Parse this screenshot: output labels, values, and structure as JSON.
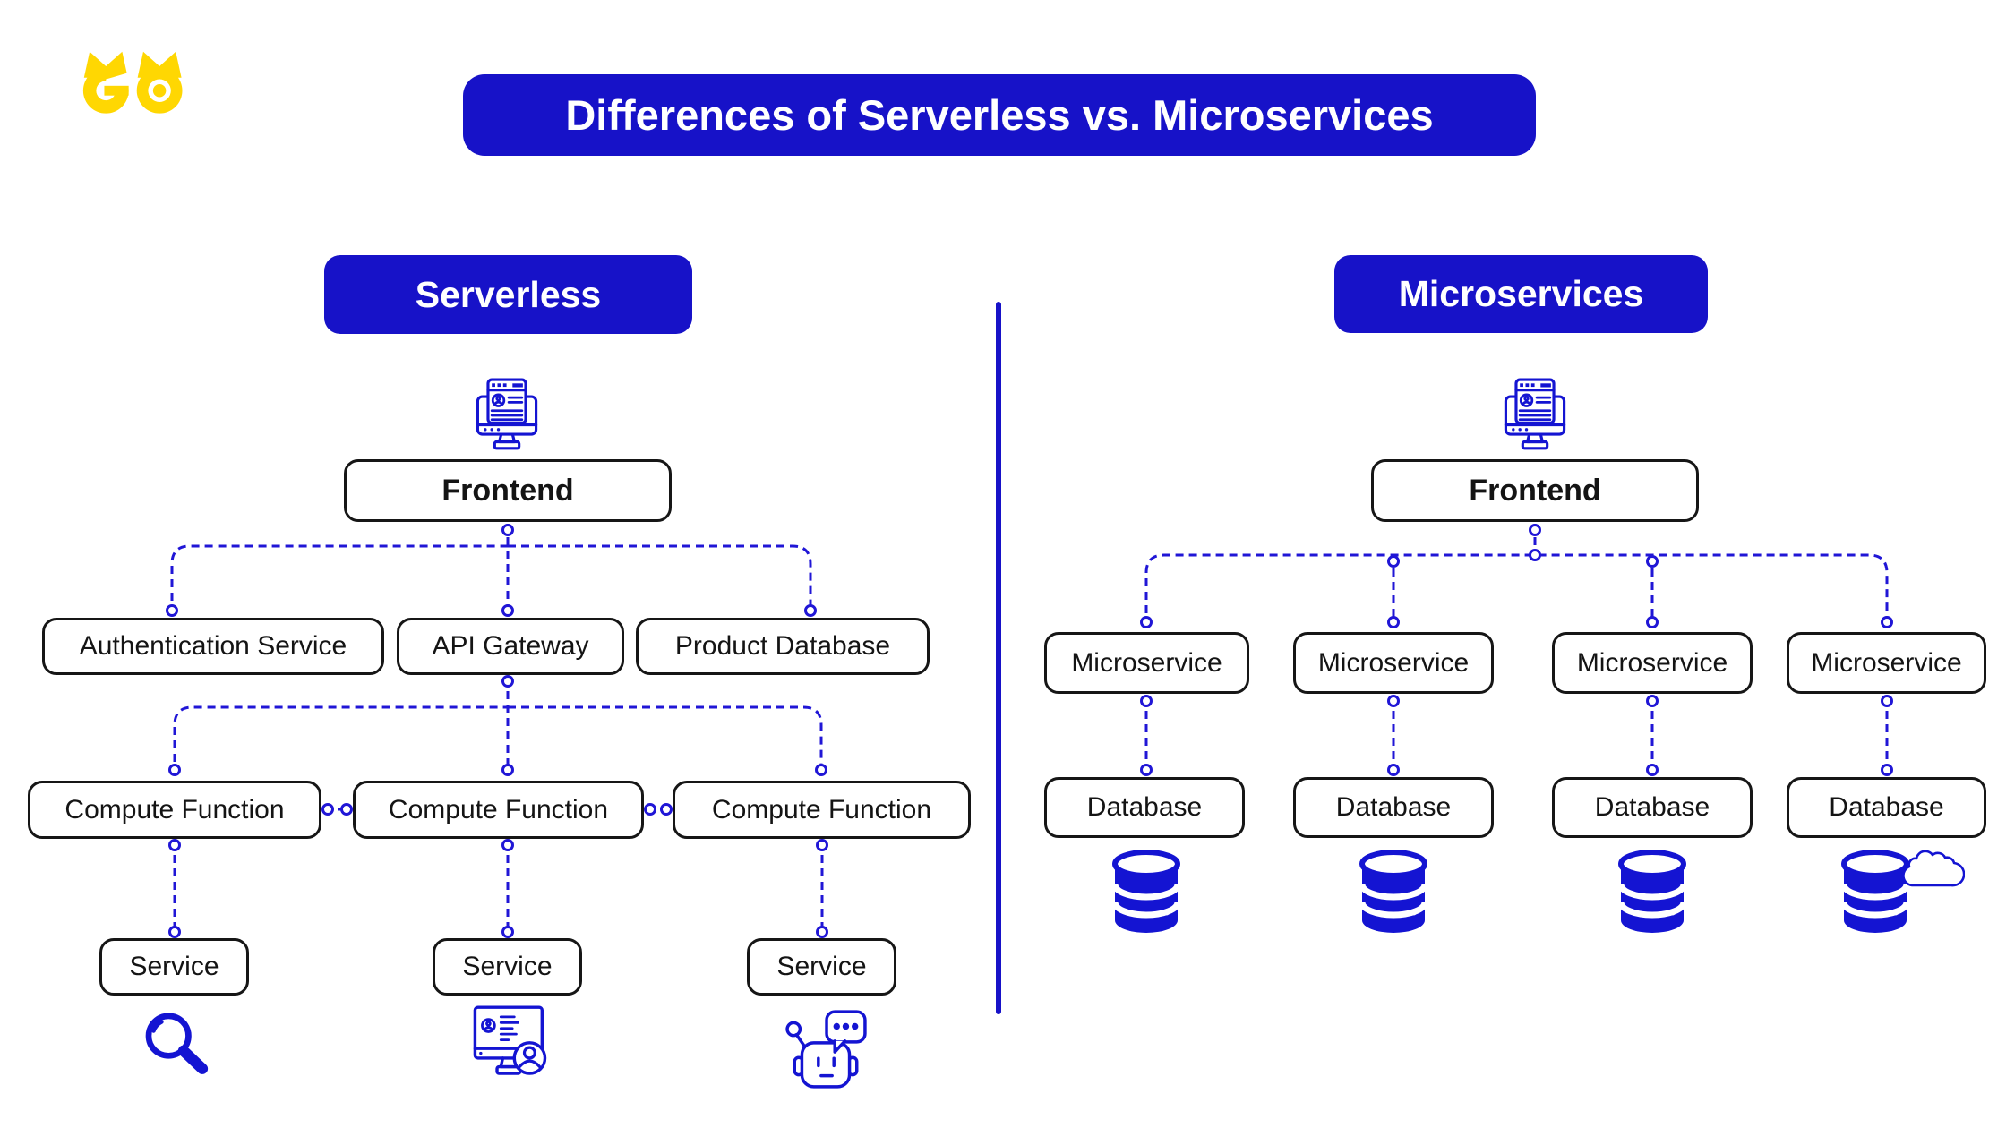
{
  "logo": {
    "text": "GO",
    "icon": "go-owl-logo"
  },
  "title": "Differences of Serverless vs. Microservices",
  "left": {
    "header": "Serverless",
    "frontend": "Frontend",
    "frontend_icon": "browser-monitor-icon",
    "row2": [
      "Authentication Service",
      "API Gateway",
      "Product Database"
    ],
    "row3": [
      "Compute Function",
      "Compute Function",
      "Compute Function"
    ],
    "row4": [
      "Service",
      "Service",
      "Service"
    ],
    "bottom_icons": [
      "search-icon",
      "account-monitor-icon",
      "chatbot-icon"
    ]
  },
  "right": {
    "header": "Microservices",
    "frontend": "Frontend",
    "frontend_icon": "browser-monitor-icon",
    "row2": [
      "Microservice",
      "Microservice",
      "Microservice",
      "Microservice"
    ],
    "row3": [
      "Database",
      "Database",
      "Database",
      "Database"
    ],
    "bottom_icons": [
      "database-icon",
      "database-icon",
      "database-icon",
      "database-cloud-icon"
    ]
  },
  "colors": {
    "primary_blue": "#1712C8",
    "connector_blue": "#2016D6",
    "icon_blue": "#1414D2",
    "logo_yellow": "#FFD702",
    "box_border": "#161616",
    "background": "#ffffff"
  }
}
